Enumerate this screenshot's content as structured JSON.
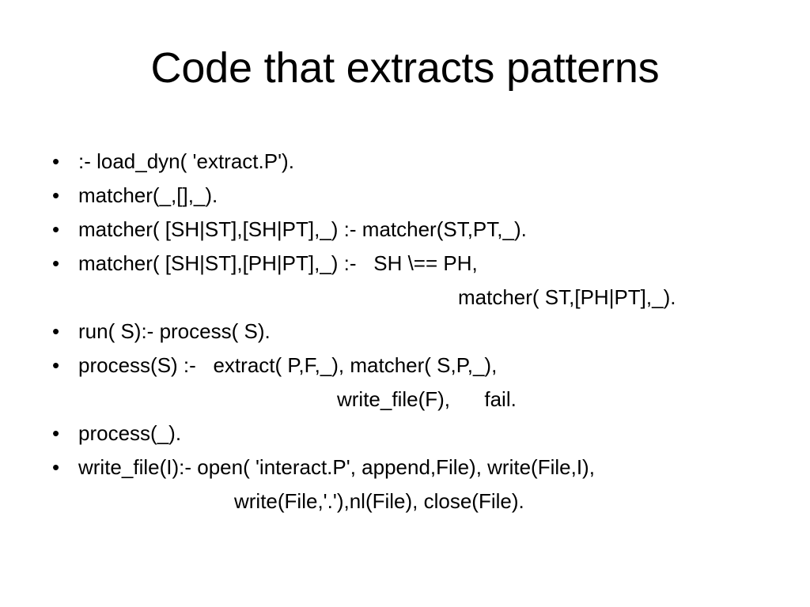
{
  "slide": {
    "title": "Code that extracts patterns",
    "background_color": "#ffffff",
    "text_color": "#000000",
    "bullet_glyph": "•",
    "lines": [
      {
        "bullet": true,
        "indent": 0,
        "text": ":- load_dyn( 'extract.P')."
      },
      {
        "bullet": true,
        "indent": 0,
        "text": "matcher(_,[],_)."
      },
      {
        "bullet": true,
        "indent": 0,
        "text": "matcher( [SH|ST],[SH|PT],_) :- matcher(ST,PT,_)."
      },
      {
        "bullet": true,
        "indent": 0,
        "text": "matcher( [SH|ST],[PH|PT],_) :-   SH \\== PH,"
      },
      {
        "bullet": false,
        "indent": 480,
        "text": "matcher( ST,[PH|PT],_)."
      },
      {
        "bullet": true,
        "indent": 0,
        "text": "run( S):- process( S)."
      },
      {
        "bullet": true,
        "indent": 0,
        "text": "process(S) :-   extract( P,F,_), matcher( S,P,_),"
      },
      {
        "bullet": false,
        "indent": 327,
        "text": "write_file(F),      fail."
      },
      {
        "bullet": true,
        "indent": 0,
        "text": "process(_)."
      },
      {
        "bullet": true,
        "indent": 0,
        "text": "write_file(I):- open( 'interact.P', append,File), write(File,I),"
      },
      {
        "bullet": false,
        "indent": 197,
        "text": "write(File,'.'),nl(File), close(File)."
      }
    ]
  }
}
